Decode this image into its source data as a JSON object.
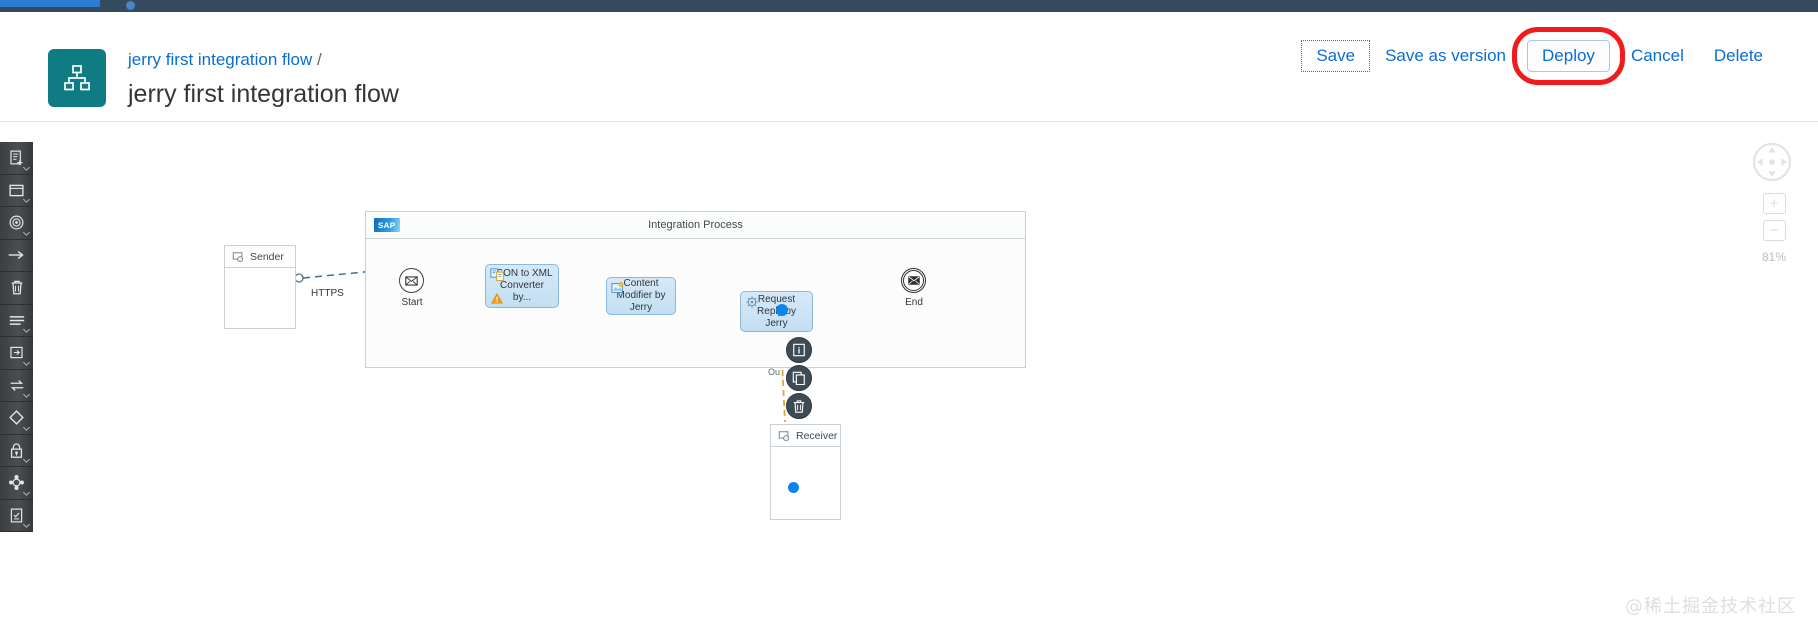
{
  "topbar": {
    "accent_color": "#2b7cd3",
    "bar_color": "#354a5f"
  },
  "header": {
    "app_icon_name": "integration-flow-icon",
    "app_icon_color": "#0f7b82",
    "breadcrumb_link": "jerry first integration flow",
    "breadcrumb_separator": "/",
    "title": "jerry first integration flow"
  },
  "actions": [
    {
      "label": "Save",
      "name": "save-button",
      "state": "focused"
    },
    {
      "label": "Save as version",
      "name": "save-as-version-button",
      "state": "normal"
    },
    {
      "label": "Deploy",
      "name": "deploy-button",
      "state": "highlighted"
    },
    {
      "label": "Cancel",
      "name": "cancel-button",
      "state": "normal"
    },
    {
      "label": "Delete",
      "name": "delete-button",
      "state": "normal"
    }
  ],
  "highlight": {
    "color": "#f21b1b",
    "target": "Deploy"
  },
  "toolbar": {
    "items": [
      {
        "name": "add-participant-icon",
        "title": "Participant",
        "caret": true
      },
      {
        "name": "add-pool-icon",
        "title": "Pool",
        "caret": true
      },
      {
        "name": "message-event-icon",
        "title": "Message Event",
        "caret": true
      },
      {
        "name": "sequence-flow-icon",
        "title": "Sequence Flow",
        "caret": false
      },
      {
        "name": "delete-icon",
        "title": "Delete",
        "caret": false
      },
      {
        "name": "call-activity-icon",
        "title": "Call Activity",
        "caret": true
      },
      {
        "name": "message-transform-icon",
        "title": "Message Transform",
        "caret": true
      },
      {
        "name": "converter-icon",
        "title": "Converter",
        "caret": true
      },
      {
        "name": "gateway-icon",
        "title": "Gateway",
        "caret": true
      },
      {
        "name": "security-icon",
        "title": "Security",
        "caret": true
      },
      {
        "name": "persistence-icon",
        "title": "Persistence",
        "caret": true
      },
      {
        "name": "validator-icon",
        "title": "Validator",
        "caret": true
      }
    ]
  },
  "canvas": {
    "pool": {
      "title": "Integration Process",
      "logo_text": "SAP"
    },
    "participants": [
      {
        "name": "sender-participant",
        "label": "Sender",
        "icon": "participant-icon"
      },
      {
        "name": "receiver-participant",
        "label": "Receiver",
        "icon": "participant-icon"
      }
    ],
    "connections": [
      {
        "name": "https-connection",
        "label": "HTTPS",
        "style": "dashed"
      },
      {
        "name": "out-connection",
        "label": "Ou",
        "style": "dashed-orange"
      }
    ],
    "events": [
      {
        "name": "start-event",
        "label": "Start",
        "icon": "envelope-icon"
      },
      {
        "name": "end-event",
        "label": "End",
        "icon": "envelope-icon"
      }
    ],
    "tasks": [
      {
        "name": "json-to-xml-converter-step",
        "label": "JSON to XML Converter by...",
        "icon": "converter-icon",
        "warning": true
      },
      {
        "name": "content-modifier-step",
        "label": "Content Modifier by Jerry",
        "icon": "content-modifier-icon",
        "warning": false
      },
      {
        "name": "request-reply-step",
        "label": "Request Reply by Jerry",
        "icon": "request-reply-icon",
        "warning": false,
        "selected": true
      }
    ],
    "quick_actions": [
      {
        "name": "info-action-button",
        "icon": "info-icon"
      },
      {
        "name": "copy-action-button",
        "icon": "copy-icon"
      },
      {
        "name": "delete-action-button",
        "icon": "trash-icon"
      }
    ]
  },
  "viewport": {
    "pan_control_name": "pan-control",
    "zoom_in_label": "+",
    "zoom_out_label": "−",
    "zoom_level": "81%"
  },
  "watermark": "@稀土掘金技术社区"
}
